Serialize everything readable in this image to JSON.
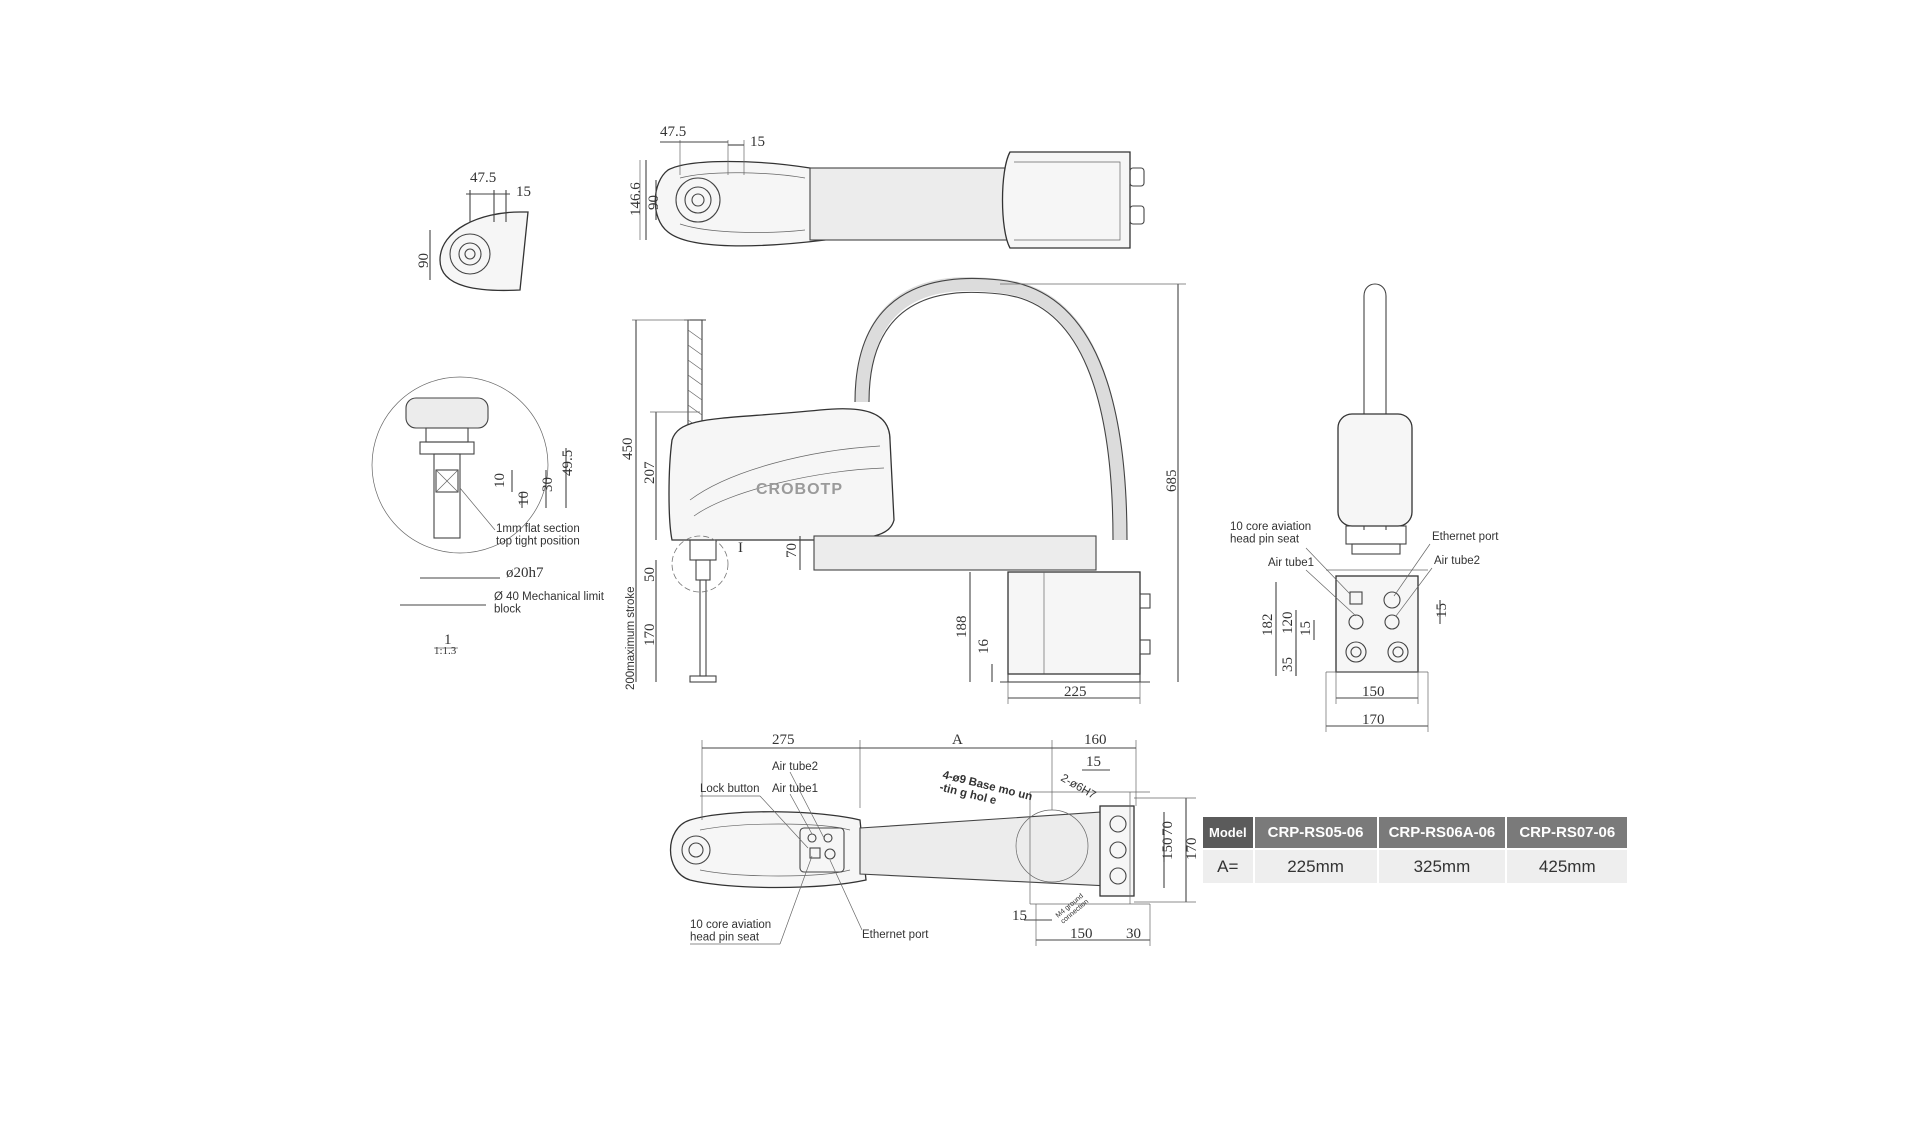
{
  "brand": "CROBOTP",
  "dimensions": {
    "top_view": {
      "d47_5": "47.5",
      "d15": "15",
      "d146_6": "146.6",
      "d90": "90"
    },
    "detail_head": {
      "d47_5": "47.5",
      "d15": "15",
      "d90": "90"
    },
    "detail_shaft": {
      "d49_5": "49.5",
      "d30": "30",
      "d10a": "10",
      "d10b": "10",
      "flat_note": "1mm flat section\ntop tight position",
      "d_phi20": "ø20h7",
      "limit_note": "Ø 40 Mechanical limit\nblock",
      "scale_num": "1",
      "scale_den": "1:1.3"
    },
    "side_view": {
      "d450": "450",
      "d207": "207",
      "d685": "685",
      "d70": "70",
      "d50": "50",
      "d170": "170",
      "stroke_note": "200maximum stroke",
      "d188": "188",
      "d16": "16",
      "d225": "225",
      "label_I": "I"
    },
    "rear_view": {
      "aviation_note": "10 core aviation\nhead pin seat",
      "ethernet_note": "Ethernet port",
      "air_tube1": "Air tube1",
      "air_tube2": "Air tube2",
      "d182": "182",
      "d120": "120",
      "d15a": "15",
      "d35": "35",
      "d15b": "15",
      "d150": "150",
      "d170": "170"
    },
    "bottom_view": {
      "d275": "275",
      "dA": "A",
      "d160": "160",
      "d15a": "15",
      "base_note": "4-ø9 Base mo un\n-tin g hol e",
      "pin_note": "2-ø6H7",
      "air_tube2": "Air tube2",
      "air_tube1": "Air tube1",
      "lock_button": "Lock button",
      "aviation_note": "10 core aviation\nhead pin seat",
      "ethernet_note": "Ethernet port",
      "ground_note": "M4 ground\nconnection",
      "d15b": "15",
      "d150": "150",
      "d30": "30",
      "d_r150": "150",
      "d_r170": "170",
      "d_r70": "70"
    }
  },
  "model_table": {
    "header_label": "Model",
    "models": [
      "CRP-RS05-06",
      "CRP-RS06A-06",
      "CRP-RS07-06"
    ],
    "row_label": "A=",
    "values": [
      "225mm",
      "325mm",
      "425mm"
    ]
  }
}
